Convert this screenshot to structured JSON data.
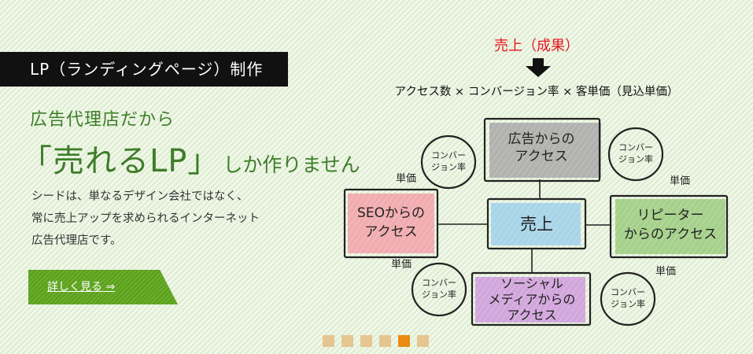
{
  "tag": {
    "label": "LP（ランディングページ）制作"
  },
  "hero": {
    "subhead": "広告代理店だから",
    "headline": "「売れるLP」",
    "headline_suffix": "しか作りません",
    "description": [
      "シードは、単なるデザイン会社ではなく、",
      "常に売上アップを求められるインターネット",
      "広告代理店です。"
    ],
    "cta_label": "詳しく見る ⇒"
  },
  "diagram": {
    "result_label": "売上（成果）",
    "formula": "アクセス数 × コンバージョン率 × 客単価（見込単価）",
    "center": "売上",
    "boxes": {
      "ad": [
        "広告からの",
        "アクセス"
      ],
      "seo": [
        "SEOからの",
        "アクセス"
      ],
      "repeat": [
        "リピーター",
        "からのアクセス"
      ],
      "social": [
        "ソーシャル",
        "メディアからの",
        "アクセス"
      ]
    },
    "cvr_label": [
      "コンバー",
      "ジョン率"
    ],
    "unit_price_label": "単価",
    "colors": {
      "ad": "#9a9a9a",
      "seo": "#f08c96",
      "center": "#8ec8e6",
      "repeat": "#8bc36a",
      "social": "#c78bd6",
      "result": "#e8141e"
    }
  },
  "pager": {
    "count": 6,
    "active": 5
  }
}
